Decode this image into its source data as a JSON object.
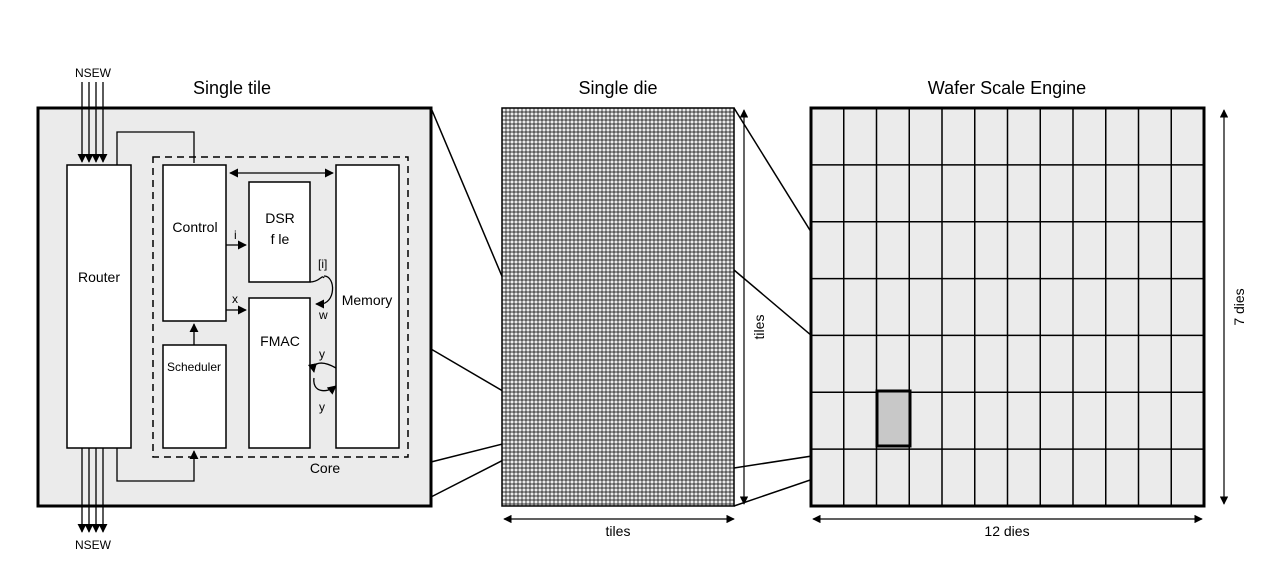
{
  "tile": {
    "title": "Single tile",
    "io_top": "NSEW",
    "io_bottom": "NSEW",
    "router": "Router",
    "control": "Control",
    "dsr_line1": "DSR",
    "dsr_line2": "f le",
    "memory": "Memory",
    "fmac": "FMAC",
    "scheduler": "Scheduler",
    "core": "Core",
    "sig_i": "i",
    "sig_x": "x",
    "sig_index": "[i]",
    "sig_w": "w",
    "sig_y_top": "y",
    "sig_y_bottom": "y"
  },
  "die": {
    "title": "Single die",
    "width_label": "tiles",
    "height_label": "tiles"
  },
  "wafer": {
    "title": "Wafer Scale Engine",
    "cols": 12,
    "rows": 7,
    "width_label": "12 dies",
    "height_label": "7 dies"
  },
  "colors": {
    "panel_fill": "#ebebeb",
    "highlight_fill": "#c8c8c8",
    "line": "#000000"
  }
}
